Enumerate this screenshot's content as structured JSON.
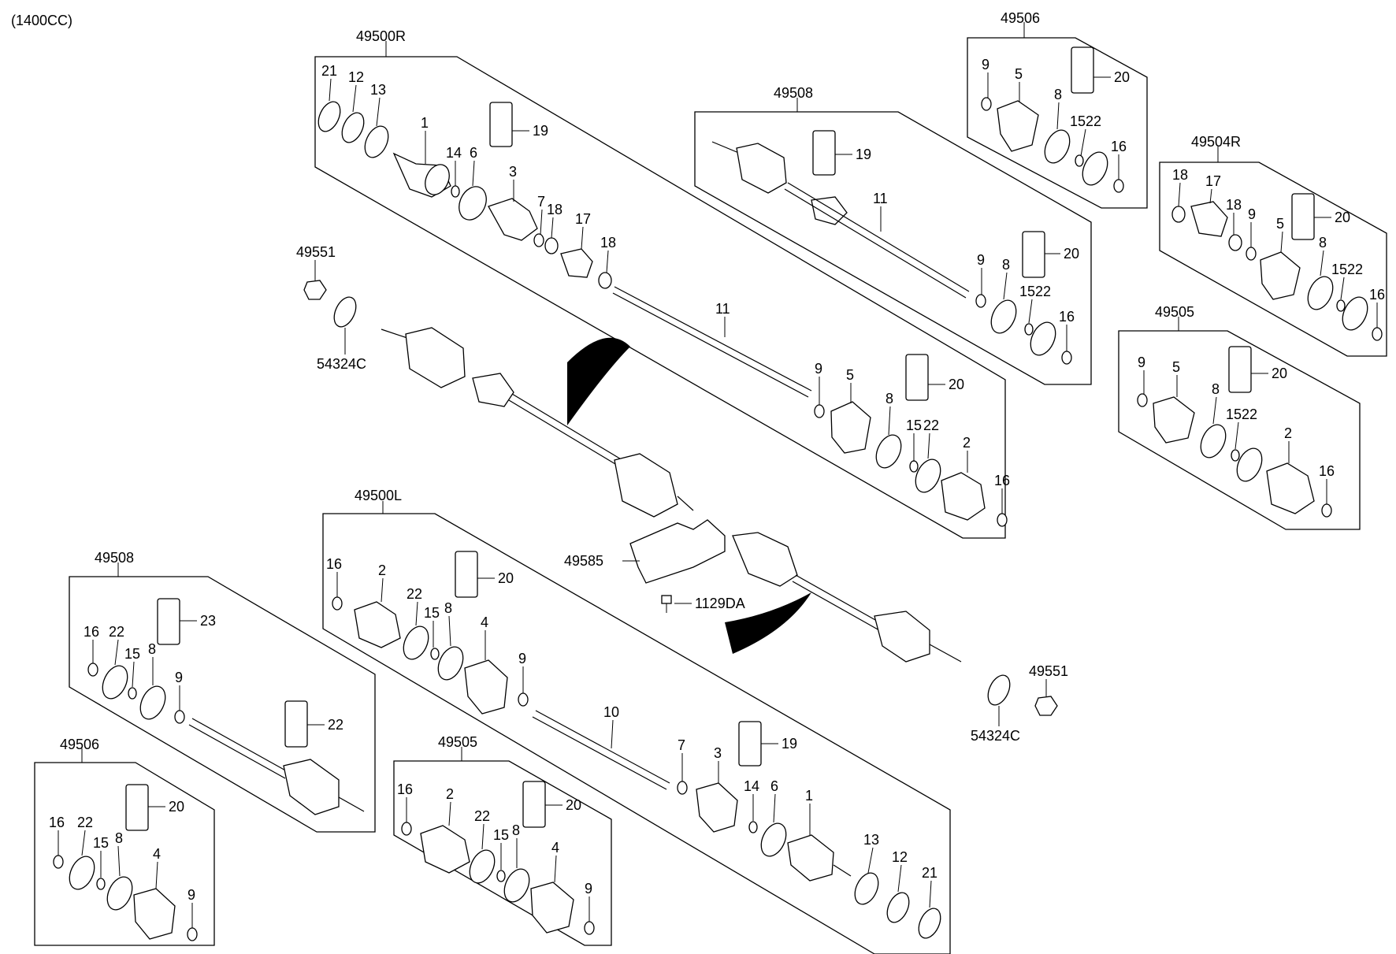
{
  "header": "(1400CC)",
  "groups": {
    "g49500R": {
      "title": "49500R"
    },
    "g49506_top": {
      "title": "49506"
    },
    "g49508_top": {
      "title": "49508"
    },
    "g49504R": {
      "title": "49504R"
    },
    "g49505_right": {
      "title": "49505"
    },
    "g49500L": {
      "title": "49500L"
    },
    "g49508_bottom": {
      "title": "49508"
    },
    "g49506_bottom": {
      "title": "49506"
    },
    "g49505_bottom": {
      "title": "49505"
    }
  },
  "loose_parts": {
    "nut_top": "49551",
    "washer_top": "54324C",
    "shield": "49585",
    "bolt": "1129DA",
    "washer_bottom": "54324C",
    "nut_bottom": "49551"
  },
  "callouts": {
    "c1": "1",
    "c2": "2",
    "c3": "3",
    "c4": "4",
    "c5": "5",
    "c6": "6",
    "c7": "7",
    "c8": "8",
    "c9": "9",
    "c10": "10",
    "c11": "11",
    "c12": "12",
    "c13": "13",
    "c14": "14",
    "c15": "15",
    "c16": "16",
    "c17": "17",
    "c18": "18",
    "c19": "19",
    "c20": "20",
    "c21": "21",
    "c22": "22",
    "c23": "23",
    "c1522": "1522"
  }
}
